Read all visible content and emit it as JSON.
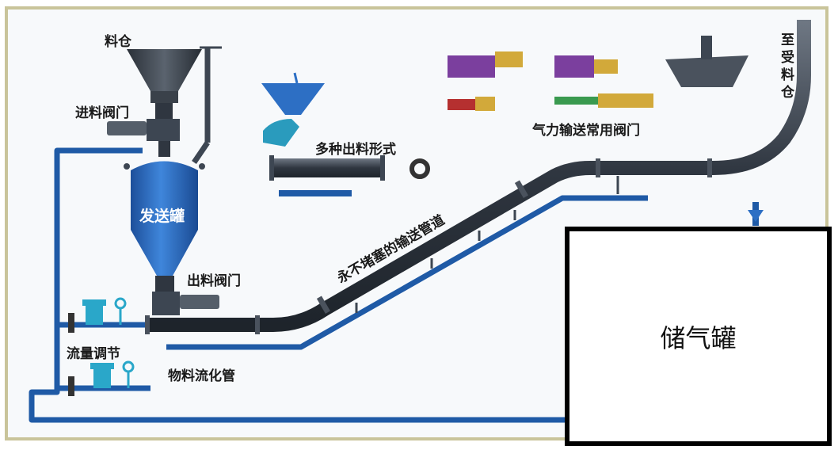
{
  "labels": {
    "bin": "料仓",
    "inlet_valve": "进料阀门",
    "tank": "发送罐",
    "outlet_valve": "出料阀门",
    "discharge_forms": "多种出料形式",
    "pipeline": "永不堵塞的输送管道",
    "flow_regulation": "流量调节",
    "fluidizing_pipe": "物料流化管",
    "valves_common": "气力输送常用阀门",
    "receiving_bin": "至受料仓",
    "gas_tank": "储气罐"
  },
  "colors": {
    "pipe": "#3d4652",
    "blue_pipe": "#1f5aa6",
    "tank": "#2d6fc4",
    "valve_purple": "#7b3f9e",
    "valve_yellow": "#d2a93a",
    "valve_red": "#b53030",
    "valve_green": "#3a9a4f",
    "cyan": "#2aa7c9",
    "frame": "#c9c49a"
  }
}
